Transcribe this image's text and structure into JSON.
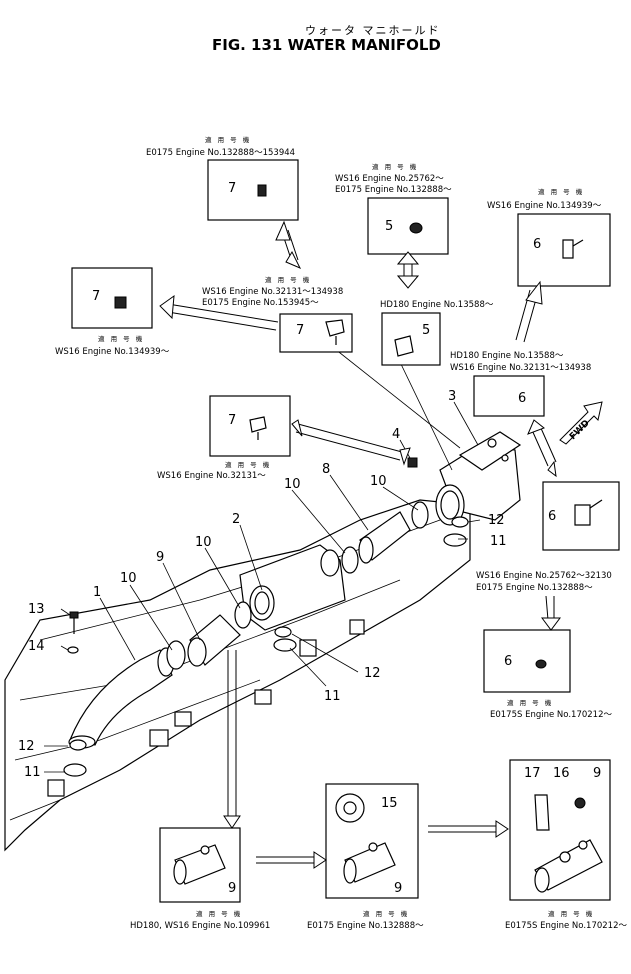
{
  "header": {
    "title_jp": "ウォータ マニホールド",
    "title_en": "FIG. 131  WATER MANIFOLD"
  },
  "applicability_jp": "適 用 号 機",
  "callouts": {
    "top_box_7": {
      "num": "7",
      "lines": [
        "E0175  Engine No.132888～153944"
      ]
    },
    "box_5_top": {
      "num": "5",
      "lines": [
        "WS16   Engine No.25762～",
        "E0175  Engine No.132888～"
      ]
    },
    "box_6_topright": {
      "num": "6",
      "lines": [
        "WS16  Engine No.134939～"
      ]
    },
    "box_7_left": {
      "num": "7",
      "lines": [
        "WS16  Engine No.134939～"
      ]
    },
    "box_7_center": {
      "num": "7",
      "lines": [
        "WS16   Engine No.32131～134938",
        "E0175  Engine No.153945～"
      ]
    },
    "box_5_mid": {
      "num": "5",
      "lines": [
        "HD180  Engine No.13588～"
      ]
    },
    "box_6_mid": {
      "num": "6",
      "lines": [
        "HD180  Engine No.13588～",
        "WS16   Engine No.32131～134938"
      ]
    },
    "box_7_lower": {
      "num": "7",
      "lines": [
        "WS16  Engine No.32131～"
      ]
    },
    "box_6_right": {
      "num": "6",
      "lines": [
        "WS16   Engine No.25762～32130",
        "E0175  Engine No.132888～"
      ]
    },
    "box_6_lowright": {
      "num": "6",
      "lines": [
        "E0175S  Engine No.170212～"
      ]
    },
    "box_9_a": {
      "num": "9",
      "lines": [
        "HD180, WS16  Engine No.109961"
      ]
    },
    "box_9_b": {
      "num_15": "15",
      "num": "9",
      "lines": [
        "E0175  Engine No.132888～"
      ]
    },
    "box_9_c": {
      "num_17": "17",
      "num_16": "16",
      "num": "9",
      "lines": [
        "E0175S  Engine No.170212～"
      ]
    }
  },
  "part_numbers": {
    "p1": "1",
    "p2": "2",
    "p3": "3",
    "p4": "4",
    "p6": "6",
    "p8": "8",
    "p9": "9",
    "p10a": "10",
    "p10b": "10",
    "p10c": "10",
    "p10d": "10",
    "p11a": "11",
    "p11b": "11",
    "p11c": "11",
    "p12a": "12",
    "p12b": "12",
    "p12c": "12",
    "p13": "13",
    "p14": "14"
  },
  "fwd_label": "FWD"
}
